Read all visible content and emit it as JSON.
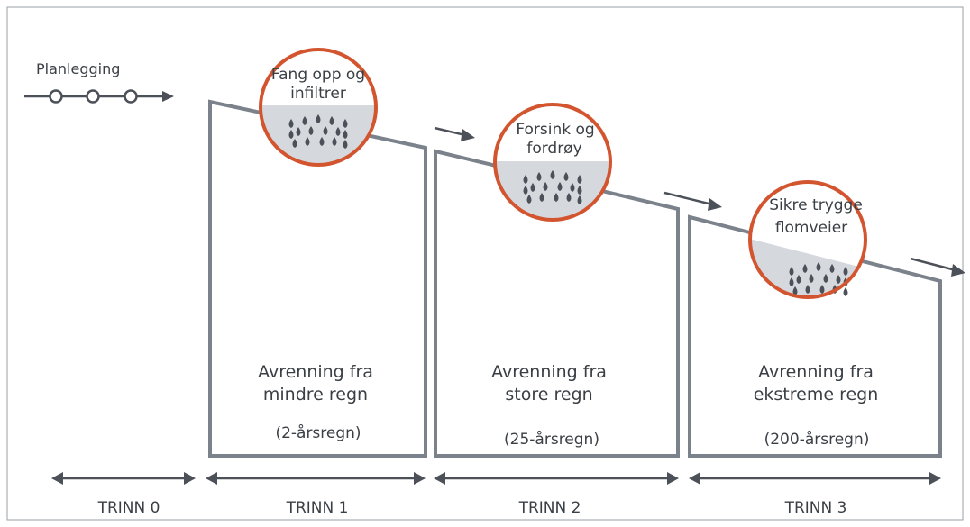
{
  "planning": {
    "label": "Planlegging"
  },
  "stages": [
    {
      "bubble": [
        "Fang opp og",
        "infiltrer"
      ],
      "runoff": [
        "Avrenning fra",
        "mindre regn"
      ],
      "period": "(2-årsregn)"
    },
    {
      "bubble": [
        "Forsink og",
        "fordrøy"
      ],
      "runoff": [
        "Avrenning fra",
        "store regn"
      ],
      "period": "(25-årsregn)"
    },
    {
      "bubble": [
        "Sikre trygge",
        "flomveier"
      ],
      "runoff": [
        "Avrenning fra",
        "ekstreme regn"
      ],
      "period": "(200-årsregn)"
    }
  ],
  "steps": [
    "TRINN 0",
    "TRINN 1",
    "TRINN 2",
    "TRINN 3"
  ],
  "colors": {
    "line": "#7b828b",
    "circle": "#d2552f",
    "water": "#d5d9de",
    "drop": "#4c5058",
    "text": "#3a3f45"
  },
  "icons": {
    "drops": "water-drops-icon",
    "arrow": "arrow-right-icon"
  }
}
